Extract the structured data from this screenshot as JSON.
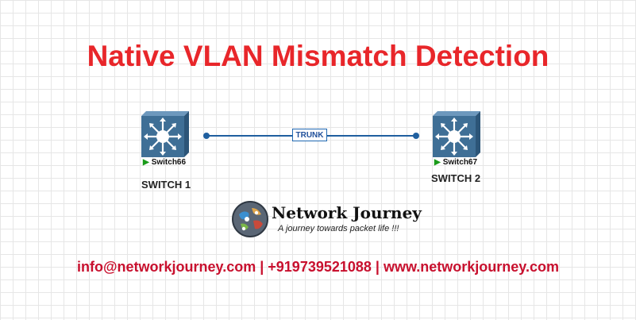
{
  "title": "Native VLAN Mismatch Detection",
  "link": {
    "label": "TRUNK"
  },
  "switches": [
    {
      "name": "Switch66",
      "label": "SWITCH 1"
    },
    {
      "name": "Switch67",
      "label": "SWITCH 2"
    }
  ],
  "logo": {
    "name": "Network Journey",
    "tagline": "A journey towards packet life !!!"
  },
  "contact": "info@networkjourney.com | +919739521088 | www.networkjourney.com",
  "colors": {
    "title": "#e8262a",
    "contact": "#c8102e",
    "switch_body": "#3f6f96",
    "link": "#1f5f9f",
    "status_play": "#1a9b1a"
  }
}
